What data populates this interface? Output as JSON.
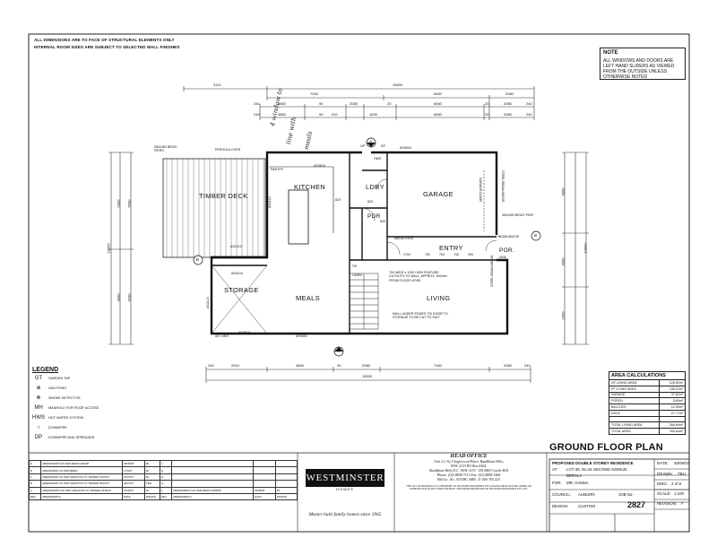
{
  "header": {
    "line1": "ALL DIMENSIONS ARE TO FACE OF STRUCTURAL ELEMENTS ONLY",
    "line2": "INTERNAL ROOM SIZES ARE SUBJECT TO SELECTED WALL FINISHES"
  },
  "note": {
    "title": "NOTE",
    "text": "ALL WINDOWS AND DOORS ARE LEFT HAND SLIDERS AS VIEWED FROM THE OUTSIDE UNLESS OTHERWISE NOTED"
  },
  "handwritten": {
    "line1": "4 window to",
    "line2": "line with",
    "line3": "meals"
  },
  "dimensions": {
    "top_row1": [
      "3110",
      "15690"
    ],
    "top_row2": [
      "7040",
      "6460",
      "2080"
    ],
    "top_row3": [
      "240",
      "4850",
      "90",
      "2080",
      "20",
      "6060",
      "20",
      "2080",
      "240"
    ],
    "top_row4": [
      "240",
      "4850",
      "90",
      "910",
      "1000",
      "6060",
      "20",
      "2080",
      "240"
    ],
    "bottom_row1": [
      "240",
      "2910",
      "4850",
      "90",
      "2080",
      "7160",
      "2080",
      "240"
    ],
    "bottom_total": "15530",
    "left_total": "10000",
    "left_parts": [
      "5300",
      "4900"
    ],
    "left_inner": [
      "5000",
      "4200"
    ],
    "right_parts": [
      "4300",
      "3300",
      "2420"
    ],
    "right_total": "10000"
  },
  "rooms": {
    "timber_deck": "TIMBER DECK",
    "kitchen": "KITCHEN",
    "ldry": "LDRY",
    "garage": "GARAGE",
    "pdr": "PDR",
    "entry": "ENTRY",
    "por": "POR.",
    "storage": "STORAGE",
    "meals": "MEALS",
    "living": "LIVING"
  },
  "labels": {
    "pergola": "PERGOLA OVER",
    "brick_piers": "350x350 BRICK PIERS",
    "brick_pier_right": "350x350 BRICK PIER",
    "pantry": "PANTRY",
    "linen": "LINEN",
    "media_vent": "MEDIA VENT",
    "feature_cutout": "700 WIDE x 1200 HIGH FEATURE CUTOUTS TO WALL, APPROX. 900mm FROM FLOOR LEVEL",
    "wall_under_stairs": "WALL UNDER STAIRS 720 DOOR TO STORAGE TO BE CUT TO SUIT",
    "a_c_unit": "A/C UNIT",
    "beam_above": "BEAM ABOVE",
    "steel_beam_above": "STEEL BEAM ABOVE",
    "garage_door": "GARAGE DOOR",
    "up": "UP",
    "dp": "DP",
    "hws": "HWS",
    "windows": [
      "AS0618",
      "AS0618",
      "AS0618",
      "AS0630",
      "AS2124",
      "AS1210",
      "AS0124",
      "AS2124"
    ],
    "door_codes": [
      "820",
      "820",
      "720",
      "820",
      "2030"
    ],
    "entry_dims": [
      "1700",
      "700",
      "700",
      "700",
      "900"
    ],
    "section_markers": [
      "A",
      "A",
      "B",
      "B"
    ]
  },
  "legend": {
    "title": "LEGEND",
    "items": [
      {
        "icon": "garden-tap-icon",
        "symbol": "GT",
        "label": "GARDEN TAP"
      },
      {
        "icon": "gas-point-icon",
        "symbol": "⊕",
        "label": "GAS POINT"
      },
      {
        "icon": "smoke-detector-icon",
        "symbol": "⊗",
        "label": "SMOKE DETECTOR"
      },
      {
        "icon": "manhole-icon",
        "symbol": "MH",
        "label": "MANHOLE FOR ROOF ACCESS"
      },
      {
        "icon": "hot-water-icon",
        "symbol": "HWS",
        "label": "HOT WATER SYSTEM"
      },
      {
        "icon": "downpipe-icon",
        "symbol": "○",
        "label": "DOWNPIPE"
      },
      {
        "icon": "spreader-icon",
        "symbol": "DP",
        "label": "DOWNPIPE AND SPREADER"
      }
    ]
  },
  "area_calculations": {
    "title": "AREA CALCULATIONS",
    "rows": [
      {
        "label": "GF LIVING AREA",
        "value": "128.52m²"
      },
      {
        "label": "FF LIVING AREA",
        "value": "138.22m²"
      },
      {
        "label": "GARAGE",
        "value": "37.62m²"
      },
      {
        "label": "PORCH",
        "value": "5.60m²"
      },
      {
        "label": "BALCONY",
        "value": "12.59m²"
      },
      {
        "label": "DECK",
        "value": "27.77m²"
      },
      {
        "label": "",
        "value": ""
      },
      {
        "label": "TOTAL LIVING AREA",
        "value": "266.69m²"
      },
      {
        "label": "TOTAL AREA",
        "value": "343.64m²"
      }
    ]
  },
  "title_block": {
    "drawing_title": "GROUND FLOOR PLAN",
    "project": "PROPOSED DOUBLE STOREY RESIDENCE",
    "at_label": "AT:",
    "address1": "LOT 38, No.44 SECOND AVENUE,",
    "address2": "BERALA",
    "for_label": "FOR:",
    "client": "MR. HANNA",
    "council_label": "COUNCIL:",
    "council": "AUBURN",
    "design_label": "DESIGN:",
    "design": "CUSTOM",
    "job_label": "JOB No:",
    "job_no": "2827",
    "date_label": "DATE:",
    "date": "30/06/07",
    "drawn_label": "DRAWN:",
    "drawn": "TBH",
    "dwg_label": "DWG:",
    "dwg": "2 of 8",
    "scale_label": "SCALE:",
    "scale": "1:100",
    "revision_label": "REVISION:",
    "revision": "F"
  },
  "company": {
    "name": "WESTMINSTER",
    "sub": "HOMES",
    "tagline": "Master built family homes since 1965",
    "office_head": "HEAD OFFICE",
    "office_lines": [
      "Unit 21, No.5 Inglewood Place, Baulkham Hills,",
      "NSW 2153 PO Box 6364,",
      "Baulkham Hills D.C. NSW 2153 - DX 8463 Castle Hill",
      "Phone: (02) 8858 7111  Fax: (02) 8858 1466",
      "Bld Lic. No. 3031HC  ABN: 31 000 765 223"
    ],
    "copyright": "THIS SET OF DRAWINGS IS COPYRIGHT TO WESTMINSTER HOMES PTY LTD AND MUST NOT BE COPIED OR REPRODUCED IN ANY FORM WITHOUT THE PRIOR PERMISSION OF WESTMINSTER HOMES PTY LTD."
  },
  "amendments": {
    "headers": [
      "REV.",
      "AMENDMENTS",
      "DATE",
      "DRAWN",
      "REV.",
      "AMENDMENTS",
      "DATE",
      "DRAWN"
    ],
    "rows": [
      [
        "E",
        "AMENDMENTS AS PER MEMO 6/06/08",
        "06/06/08",
        "BJ",
        "J",
        "",
        "",
        ""
      ],
      [
        "D",
        "AMENDMENT AS PER MEMO",
        "17/6/07",
        "BJ",
        "H",
        "",
        "",
        ""
      ],
      [
        "C",
        "AMENDMENT AS PER VARIATION TO TENDER 10/07/07",
        "10/07/07",
        "BJ",
        "H",
        "",
        "",
        ""
      ],
      [
        "B",
        "AMENDMENT AS PER VARIATION TO TENDER 28/07/07",
        "28/07/07",
        "TBH",
        "G",
        "",
        "",
        ""
      ],
      [
        "A",
        "AMENDMENTS AS PER VARIATION TO TENDER 26/06/07",
        "27/06/07",
        "BJ",
        "F",
        "AMENDMENTS AS PER MEMO 03/08/08",
        "03/08/08",
        "BJ"
      ]
    ]
  }
}
